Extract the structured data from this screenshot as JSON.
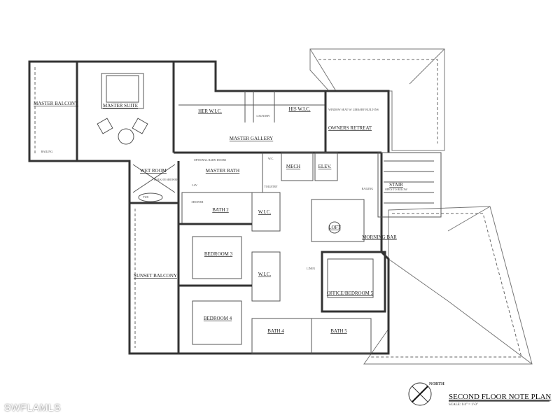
{
  "plan": {
    "title": "SECOND FLOOR NOTE PLAN",
    "scale": "SCALE: 1/4\" = 1'-0\"",
    "north_label": "NORTH",
    "watermark": "SWFLAMLS",
    "rooms": {
      "master_balcony": "MASTER BALCONY",
      "master_suite": "MASTER SUITE",
      "her_wic": "HER W.I.C.",
      "laundry": "LAUNDRY",
      "his_wic": "HIS W.I.C.",
      "owners_retreat": "OWNERS RETREAT",
      "master_gallery": "MASTER GALLERY",
      "wet_room": "WET ROOM",
      "master_bath": "MASTER BATH",
      "mech": "MECH",
      "elev": "ELEV.",
      "stair": "STAIR",
      "loft": "LOFT",
      "morning_bar": "MORNING BAR",
      "bath2": "BATH 2",
      "wic_upper": "W.I.C.",
      "wic_lower": "W.I.C.",
      "bedroom3": "BEDROOM 3",
      "sunset_balcony": "SUNSET BALCONY",
      "office_bedroom5": "OFFICE/BEDROOM 5",
      "bedroom4": "BEDROOM 4",
      "bath4": "BATH 4",
      "bath5": "BATH 5"
    },
    "notes": {
      "railing": "RAILING",
      "open_to_below": "OPEN TO BELOW",
      "optional_barn_doors": "OPTIONAL BARN DOORS",
      "walk_in_shower": "WALK-IN SHOWER",
      "tub": "TUB",
      "lav": "LAV",
      "wc": "W.C.",
      "shower": "SHOWER",
      "toiletry": "TOILETRY",
      "linen": "LINEN",
      "window_seat": "WINDOW SEAT W/ LIBRARY BUILT-INS"
    }
  }
}
